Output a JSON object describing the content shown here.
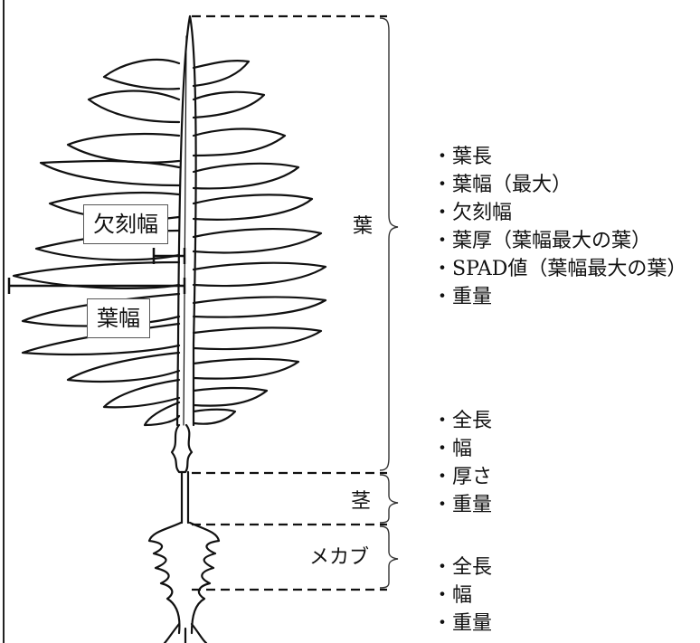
{
  "labels": {
    "leaf": "葉",
    "stem": "茎",
    "mekabu": "メカブ",
    "notch_width": "欠刻幅",
    "leaf_width": "葉幅"
  },
  "lists": {
    "leaf": [
      "葉長",
      "葉幅（最大）",
      "欠刻幅",
      "葉厚（葉幅最大の葉）",
      "SPAD値（葉幅最大の葉）",
      "重量"
    ],
    "stem": [
      "全長",
      "幅",
      "厚さ",
      "重量"
    ],
    "mekabu": [
      "全長",
      "幅",
      "重量"
    ]
  }
}
